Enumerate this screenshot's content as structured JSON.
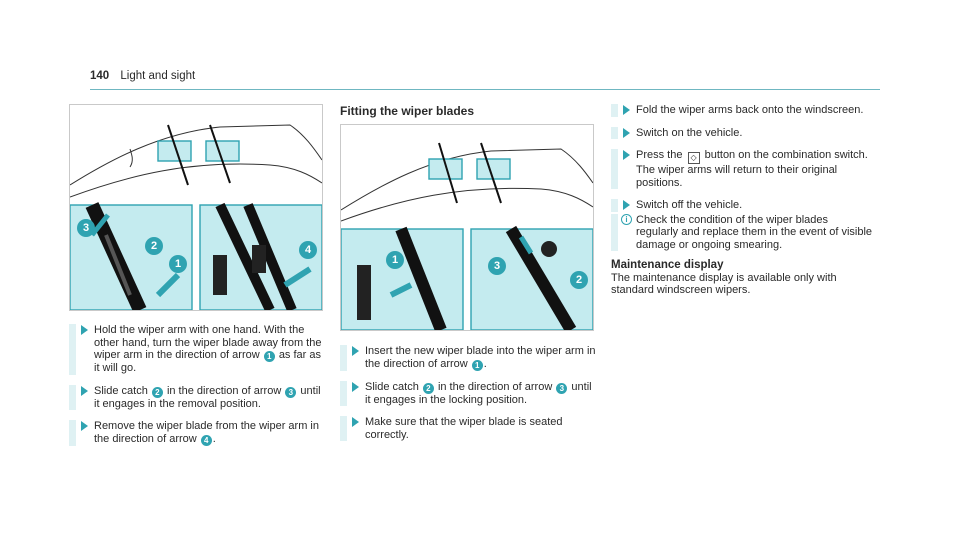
{
  "header": {
    "page_number": "140",
    "section": "Light and sight"
  },
  "fitting_title": "Fitting the wiper blades",
  "col1": {
    "s1a": "Hold the wiper arm with one hand. With the other hand, turn the wiper blade away from the wiper arm in the direction of arrow",
    "s1b": "as far as it will go.",
    "s2a": "Slide catch",
    "s2b": "in the direction of arrow",
    "s2c": "until it engages in the removal position.",
    "s3a": "Remove the wiper blade from the wiper arm in the direction of arrow",
    "s3b": "."
  },
  "col2": {
    "s1a": "Insert the new wiper blade into the wiper arm in the direction of arrow",
    "s1b": ".",
    "s2a": "Slide catch",
    "s2b": "in the direction of arrow",
    "s2c": "until it engages in the locking position.",
    "s3": "Make sure that the wiper blade is seated correctly."
  },
  "col3": {
    "s1": "Fold the wiper arms back onto the windscreen.",
    "s2": "Switch on the vehicle.",
    "s3a": "Press the",
    "s3b": "button on the combination switch. The wiper arms will return to their original positions.",
    "s4": "Switch off the vehicle.",
    "info": "Check the condition of the wiper blades regularly and replace them in the event of visible damage or ongoing smearing.",
    "maint_title": "Maintenance display",
    "maint_text": "The maintenance display is available only with standard windscreen wipers."
  },
  "callouts": {
    "n1": "1",
    "n2": "2",
    "n3": "3",
    "n4": "4"
  },
  "icons": {
    "wiper_button": "wiper-button-icon",
    "info": "info-icon",
    "step_arrow": "step-arrow-icon"
  },
  "colors": {
    "accent": "#2fa3b1",
    "panel": "#c4ebef",
    "bar": "#dff1f3"
  }
}
